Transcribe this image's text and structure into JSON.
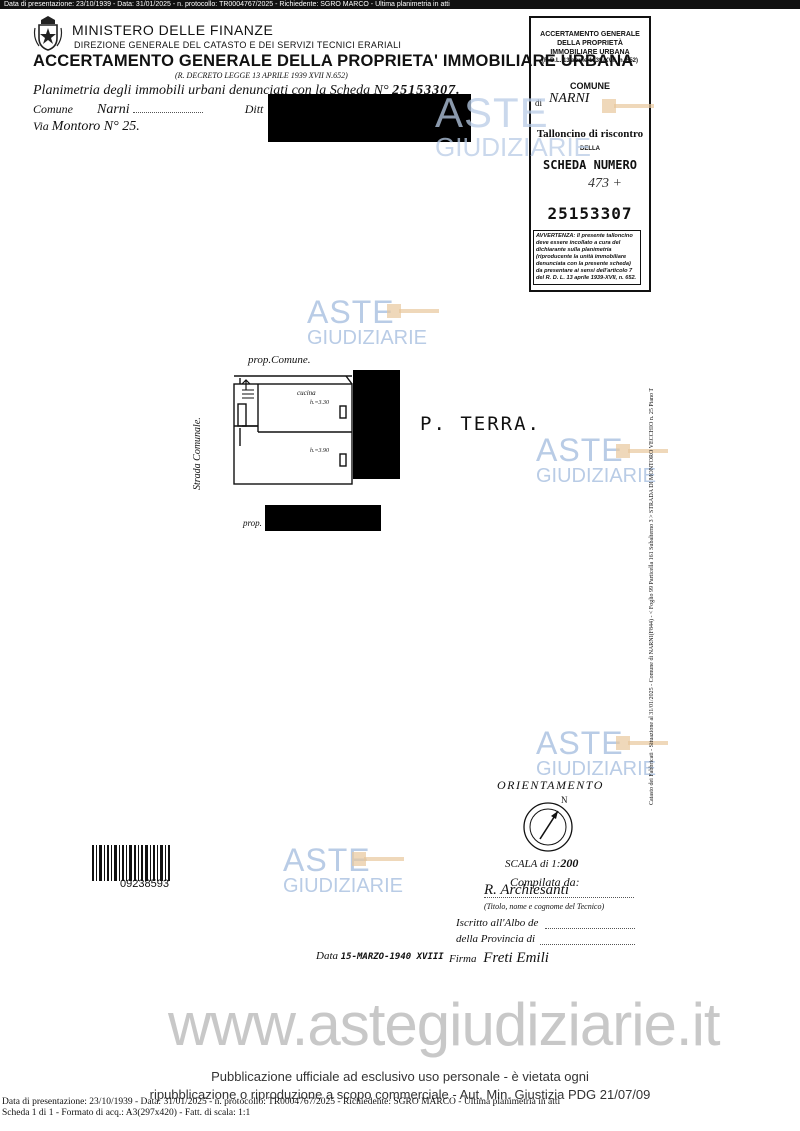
{
  "top_strip": "Data di presentazione: 23/10/1939 - Data: 31/01/2025 - n. protocollo: TR0004767/2025 - Richiedente: SGRO MARCO - Ultima planimetria in atti",
  "header": {
    "ministry": "MINISTERO DELLE FINANZE",
    "direzione": "DIREZIONE GENERALE DEL CATASTO E DEI SERVIZI TECNICI ERARIALI",
    "title": "ACCERTAMENTO GENERALE DELLA PROPRIETA' IMMOBILIARE URBANA",
    "decree": "(R. DECRETO LEGGE 13 APRILE 1939 XVII N.652)"
  },
  "form": {
    "planimetria_label": "Planimetria degli immobili urbani denunciati con la Scheda N°",
    "scheda_number": "25153307.",
    "comune_label": "Comune",
    "comune_value": "Narni",
    "ditta_label": "Ditt",
    "via_label": "Via",
    "via_value": "Montoro N° 25."
  },
  "right_box": {
    "title": "ACCERTAMENTO GENERALE DELLA PROPRIETÀ IMMOBILIARE URBANA",
    "rdl": "(R.D.L. 13 aprile 1939-XVII, n. 652)",
    "comune_heading": "COMUNE",
    "di": "di",
    "comune_value": "NARNI",
    "talloncino": "Talloncino di riscontro",
    "della": "DELLA",
    "scheda_numero": "SCHEDA NUMERO",
    "handwritten": "473 +",
    "number": "25153307",
    "warning": "AVVERTENZA: Il presente talloncino deve essere incollato a cura del dichiarante sulla planimetria (riproducente la unità immobiliare denunciata con la presente scheda) da presentare ai sensi dell'articolo 7 del R. D. L. 13 aprile 1939-XVII, n. 652."
  },
  "watermark": {
    "aste": "ASTE",
    "giudiziarie": "GIUDIZIARIE",
    "site": "www.astegiudiziarie.it"
  },
  "plan": {
    "prop_comune": "prop.Comune.",
    "cucina": "cucina",
    "h1": "h.=3.30",
    "h2": "h.=3.90",
    "strada": "Strada Comunale.",
    "prop_bottom": "prop.",
    "piano": "P. TERRA."
  },
  "side_text": "Catasto dei Fabbricati - Situazione al 31/01/2025 - Comune di NARNI(F844) - < Foglio 99 Particella 161 Subalterno 3 > STRADA DI MONTORO VECCHIO n. 25 Piano T",
  "orientation": {
    "label": "ORIENTAMENTO",
    "north": "N"
  },
  "scale": {
    "label": "SCALA di 1:",
    "value": "200"
  },
  "signature": {
    "compilata": "Compilata da:",
    "compilata_value": "R. Archiesanti",
    "titolo": "(Titolo, nome e cognome del Tecnico)",
    "albo": "Iscritto all'Albo de",
    "provincia": "della Provincia di",
    "firma_label": "Firma",
    "firma_value": "Freti Emili",
    "data_label": "Data",
    "data_value": "15-MARZO-1940 XVIII"
  },
  "barcode_number": "09238593",
  "publication": {
    "line1": "Pubblicazione ufficiale ad esclusivo uso personale - è vietata ogni",
    "line2": "ripubblicazione o riproduzione a scopo commerciale - Aut. Min. Giustizia PDG 21/07/09"
  },
  "footer": {
    "line1": "Data di presentazione: 23/10/1939 - Data: 31/01/2025 - n. protocollo: TR0004767/2025 - Richiedente: SGRO MARCO - Ultima planimetria in atti",
    "line2": "Scheda 1 di 1 - Formato di acq.: A3(297x420) - Fatt. di scala: 1:1"
  }
}
